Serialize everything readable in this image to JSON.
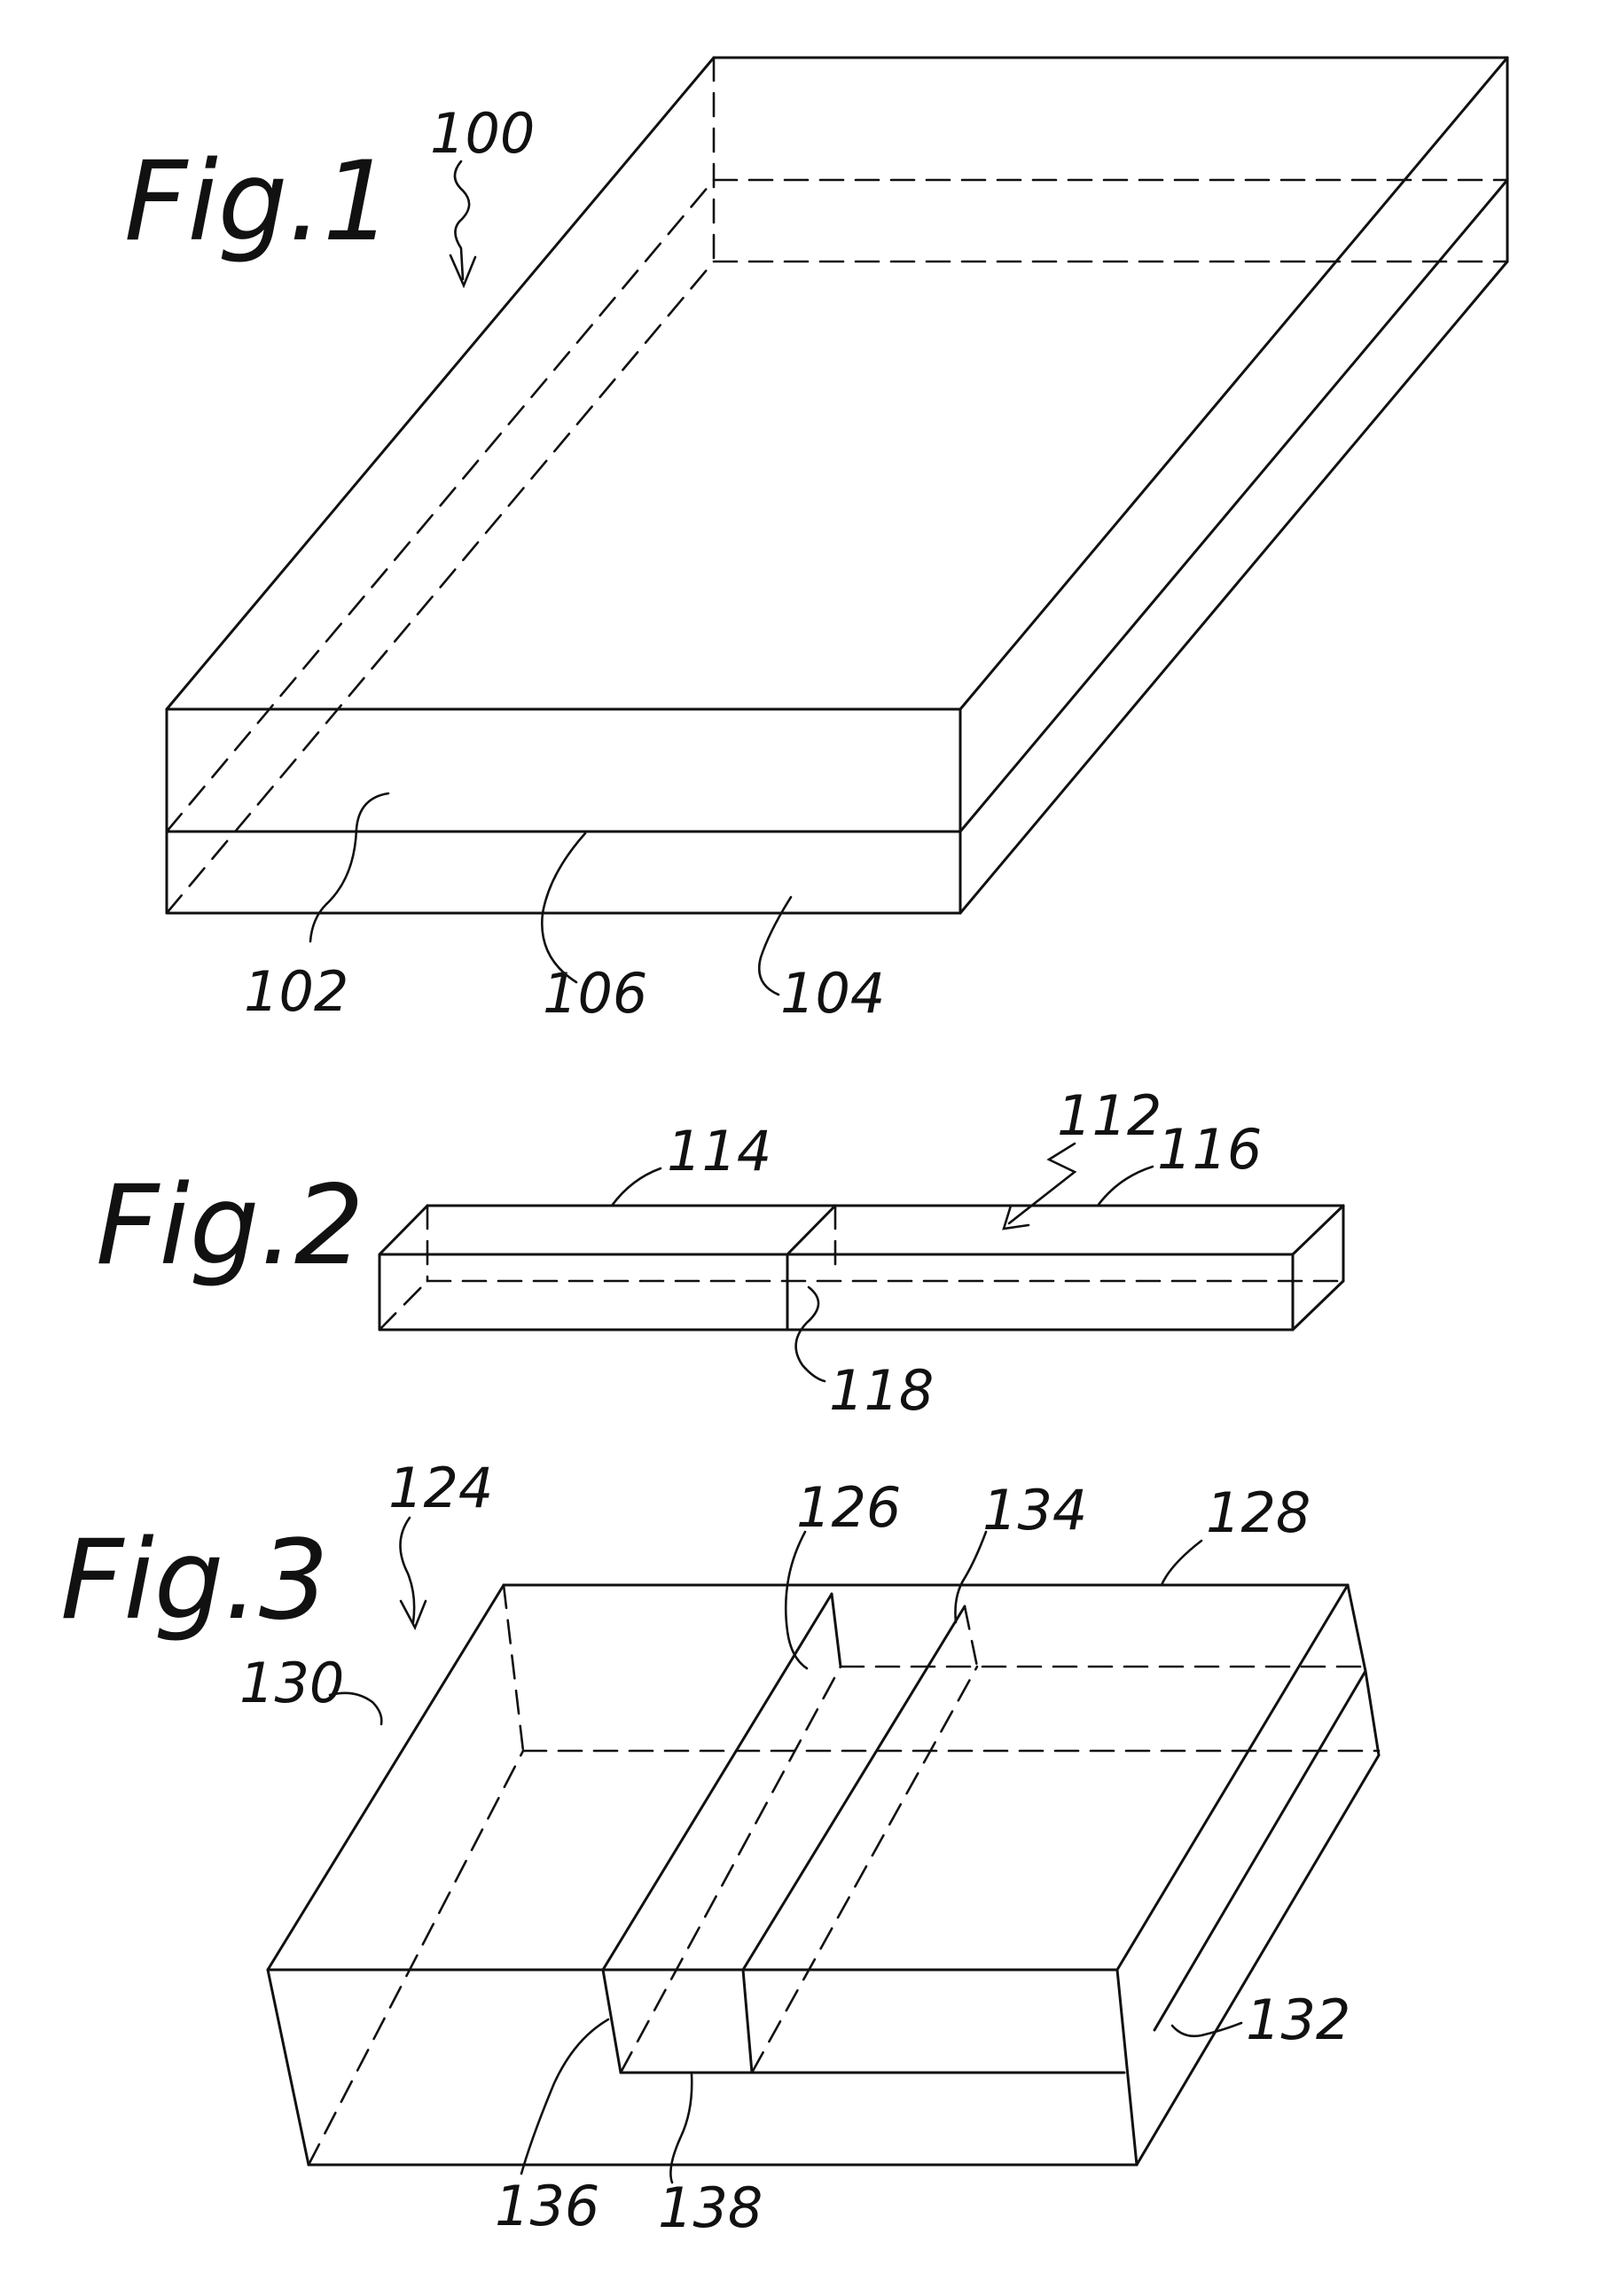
{
  "figures": [
    {
      "label": "Fig.1",
      "refs": {
        "assembly": "100",
        "upper_layer": "102",
        "lower_layer": "104",
        "interface": "106"
      }
    },
    {
      "label": "Fig.2",
      "refs": {
        "assembly": "112",
        "left_segment": "114",
        "right_segment": "116",
        "joint": "118"
      }
    },
    {
      "label": "Fig.3",
      "refs": {
        "assembly": "124",
        "insert": "126",
        "rear_portion": "128",
        "left_region": "130",
        "right_edge": "132",
        "insert_seam": "134",
        "insert_step": "136",
        "step_edge": "138"
      }
    }
  ]
}
